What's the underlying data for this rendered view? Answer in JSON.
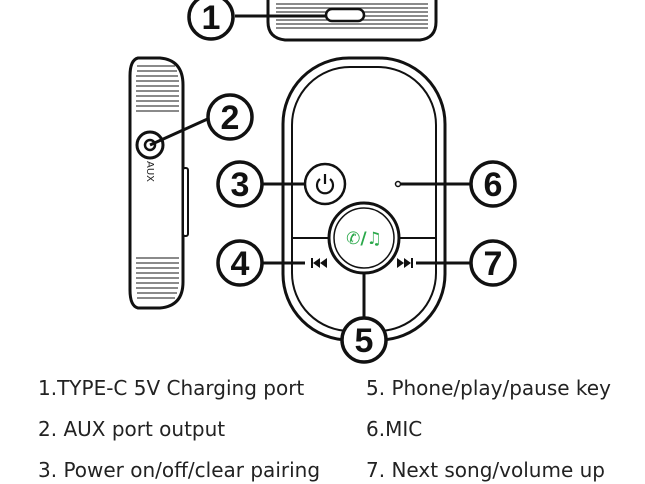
{
  "device": {
    "aux_port_label": "AUX",
    "center_key_glyph": "✆/♫",
    "accent_color": "#2aa84a"
  },
  "callouts": [
    "1",
    "2",
    "3",
    "4",
    "5",
    "6",
    "7"
  ],
  "legend": [
    "1.TYPE-C 5V Charging port",
    "2. AUX port output",
    "3. Power on/off/clear pairing",
    "5. Phone/play/pause key",
    "6.MIC",
    "7. Next song/volume up"
  ]
}
